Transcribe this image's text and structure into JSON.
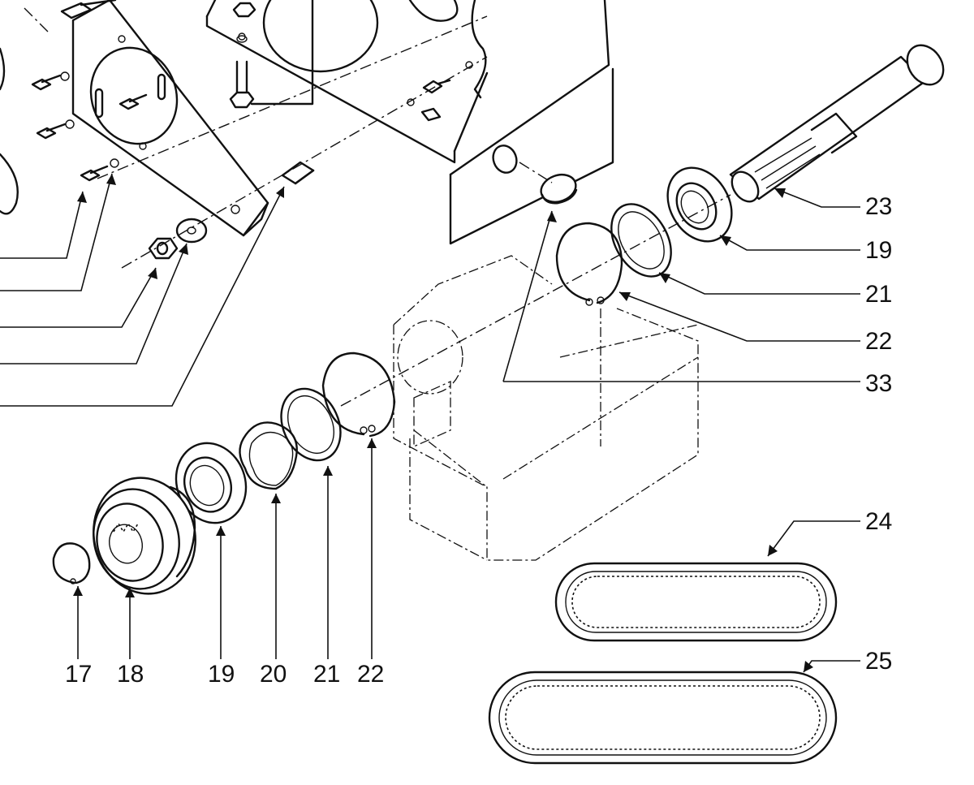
{
  "callouts": {
    "c17": "17",
    "c18": "18",
    "c19a": "19",
    "c20": "20",
    "c21a": "21",
    "c22a": "22",
    "c23": "23",
    "c19b": "19",
    "c21b": "21",
    "c22b": "22",
    "c33": "33",
    "c24": "24",
    "c25": "25"
  },
  "colors": {
    "ink": "#111111",
    "paper": "#ffffff"
  }
}
